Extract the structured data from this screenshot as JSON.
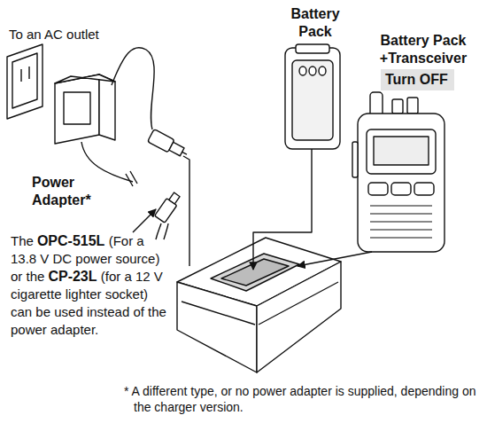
{
  "diagram": {
    "nodes": [
      {
        "text": [
          "Turn OFF"
        ]
      }
    ],
    "labels": [
      "To an AC outlet",
      "Battery Pack",
      "Battery Pack +Transceiver",
      "Power Adapter*",
      "The",
      "OPC-515L",
      "(For a 13.8 V DC power source) or the",
      "CP-23L",
      "(for a 12 V cigarette lighter socket) can be used instead of the power adapter.",
      "* A different type, or no power adapter is supplied, depending on the charger version."
    ]
  }
}
